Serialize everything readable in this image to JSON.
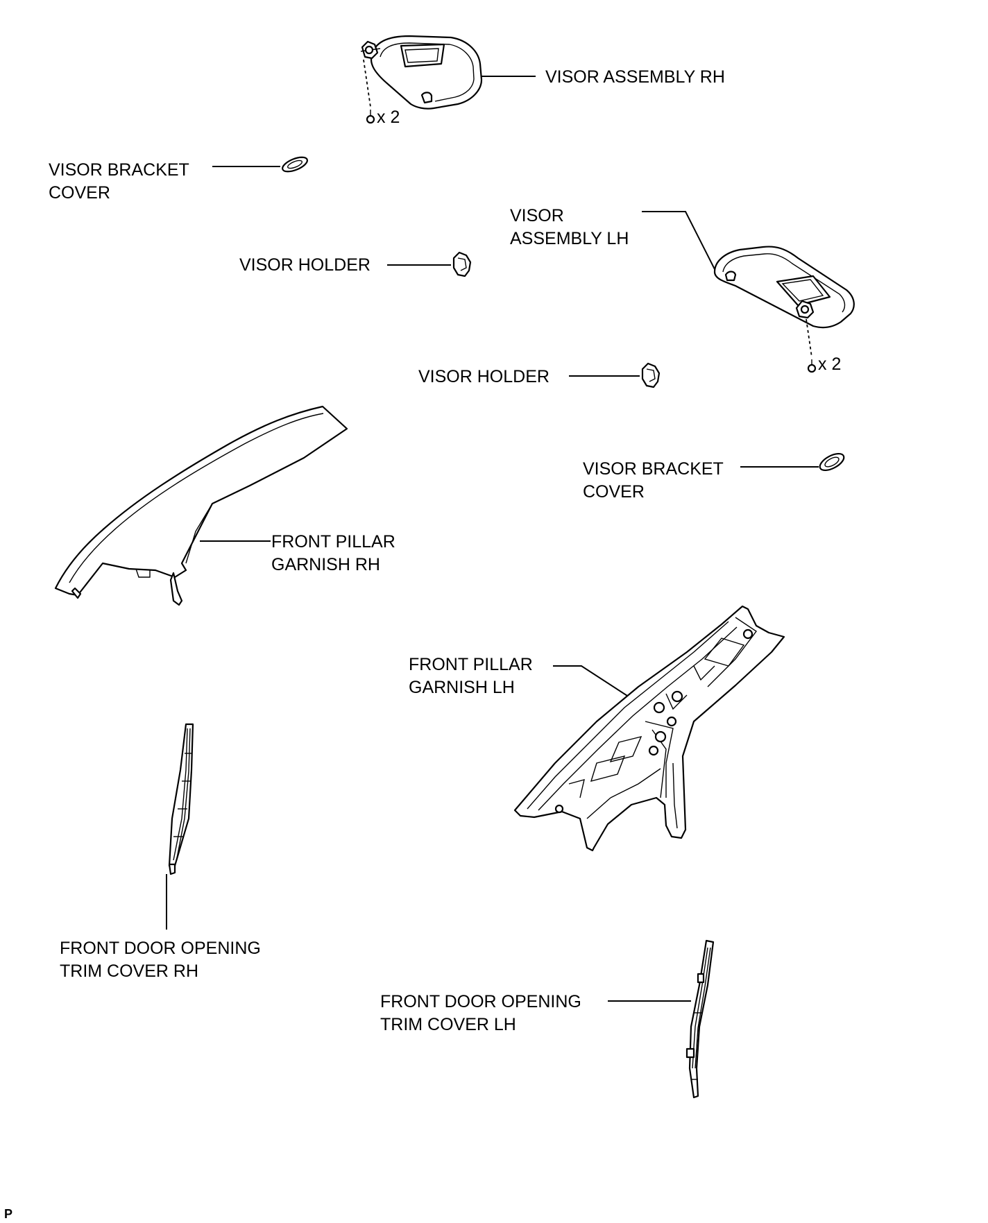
{
  "labels": {
    "visor_assembly_rh": "VISOR ASSEMBLY RH",
    "screw_qty_rh": "x 2",
    "visor_bracket_cover_upper_1": "VISOR BRACKET",
    "visor_bracket_cover_upper_2": "COVER",
    "visor_assembly_lh_1": "VISOR",
    "visor_assembly_lh_2": "ASSEMBLY LH",
    "visor_holder_upper": "VISOR HOLDER",
    "visor_holder_lower": "VISOR HOLDER",
    "screw_qty_lh": "x 2",
    "visor_bracket_cover_lower_1": "VISOR BRACKET",
    "visor_bracket_cover_lower_2": "COVER",
    "front_pillar_garnish_rh_1": "FRONT PILLAR",
    "front_pillar_garnish_rh_2": "GARNISH RH",
    "front_pillar_garnish_lh_1": "FRONT PILLAR",
    "front_pillar_garnish_lh_2": "GARNISH LH",
    "front_door_opening_trim_cover_rh_1": "FRONT DOOR OPENING",
    "front_door_opening_trim_cover_rh_2": "TRIM COVER RH",
    "front_door_opening_trim_cover_lh_1": "FRONT DOOR OPENING",
    "front_door_opening_trim_cover_lh_2": "TRIM COVER LH",
    "page_code": "P"
  }
}
